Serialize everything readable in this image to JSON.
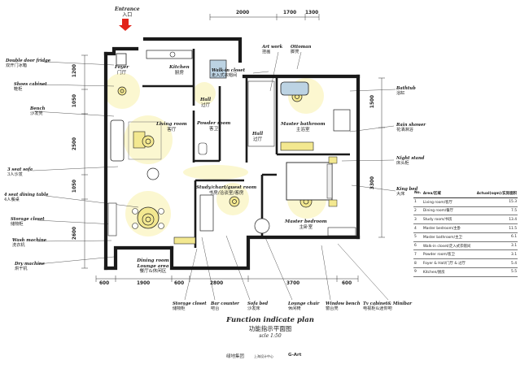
{
  "entrance": {
    "en": "Entrance",
    "cn": "入口"
  },
  "top_dims": [
    "2000",
    "1700",
    "1300"
  ],
  "left_dims": [
    "1200",
    "1050",
    "2500",
    "1050",
    "2600"
  ],
  "right_dims": [
    "1500",
    "3300"
  ],
  "bottom_dims": [
    "600",
    "1900",
    "600",
    "2800",
    "3700",
    "600"
  ],
  "rooms": [
    {
      "en": "Foyer",
      "cn": "门厅"
    },
    {
      "en": "Kitchen",
      "cn": "厨房"
    },
    {
      "en": "Hall",
      "cn": "过厅"
    },
    {
      "en": "Living room",
      "cn": "客厅"
    },
    {
      "en": "Powder room",
      "cn": "客卫"
    },
    {
      "en": "Hall",
      "cn": "过厅"
    },
    {
      "en": "Master bathroom",
      "cn": "主浴室"
    },
    {
      "en": "Study/chart/guest room",
      "cn": "书房/洽谈室/客房"
    },
    {
      "en": "Master bedroom",
      "cn": "主卧室"
    },
    {
      "en": "Dining room Lounge area",
      "cn": "餐厅&休闲区"
    }
  ],
  "left_labels": [
    {
      "en": "Double door fridge",
      "cn": "双开门冰箱"
    },
    {
      "en": "Shoes cabinet",
      "cn": "鞋柜"
    },
    {
      "en": "Bench",
      "cn": "沙发凳"
    },
    {
      "en": "3 seat sofa",
      "cn": "3人沙发"
    },
    {
      "en": "4 seat dining table",
      "cn": "4人餐桌"
    },
    {
      "en": "Storage closet",
      "cn": "储物柜"
    },
    {
      "en": "Wash machine",
      "cn": "洗衣机"
    },
    {
      "en": "Dry machine",
      "cn": "烘干机"
    }
  ],
  "top_labels": [
    {
      "en": "Art work",
      "cn": "挂画"
    },
    {
      "en": "Ottoman",
      "cn": "脚凳"
    },
    {
      "en": "Walk-in closet",
      "cn": "走入式衣帽间"
    }
  ],
  "right_labels": [
    {
      "en": "Bathtub",
      "cn": "浴缸"
    },
    {
      "en": "Rain shower",
      "cn": "花洒淋浴"
    },
    {
      "en": "Night stand",
      "cn": "床头柜"
    },
    {
      "en": "King bed",
      "cn": "大床"
    }
  ],
  "bottom_labels": [
    {
      "en": "Storage closet",
      "cn": "储物柜"
    },
    {
      "en": "Bar counter",
      "cn": "吧台"
    },
    {
      "en": "Sofa bed",
      "cn": "沙发床"
    },
    {
      "en": "Lounge chair",
      "cn": "休闲椅"
    },
    {
      "en": "Window bench",
      "cn": "窗台凳"
    },
    {
      "en": "Tv cabinet& Minibar",
      "cn": "电视柜&迷你吧"
    }
  ],
  "area_table": {
    "headers": [
      "No.",
      "Area/区域",
      "Actual(sqm)/实际面积"
    ],
    "rows": [
      [
        "1",
        "Living room/客厅",
        "15.3"
      ],
      [
        "2",
        "Dining room/餐厅",
        "7.5"
      ],
      [
        "3",
        "Study room/书房",
        "13.4"
      ],
      [
        "4",
        "Master bedroom/主卧",
        "11.5"
      ],
      [
        "5",
        "Master bathroom/主卫",
        "6.1"
      ],
      [
        "6",
        "Walk-in closet/走入式衣帽间",
        "3.1"
      ],
      [
        "7",
        "Powder room/客卫",
        "3.1"
      ],
      [
        "8",
        "Foyer & Hall/门厅 & 过厅",
        "5.4"
      ],
      [
        "9",
        "Kitchen/厨房",
        "5.5"
      ]
    ]
  },
  "title": {
    "en": "Function indicate plan",
    "cn": "功能指示平面图",
    "scale": "scle 1:50"
  },
  "logos": [
    "绿地集团",
    "上海设计中心",
    "G-Art"
  ],
  "colors": {
    "wall": "#1a1a1a",
    "light_yellow": "#f3e890",
    "glow": "#fbf6c8",
    "glass": "#bcd3e3",
    "arrow": "#e2231a"
  }
}
